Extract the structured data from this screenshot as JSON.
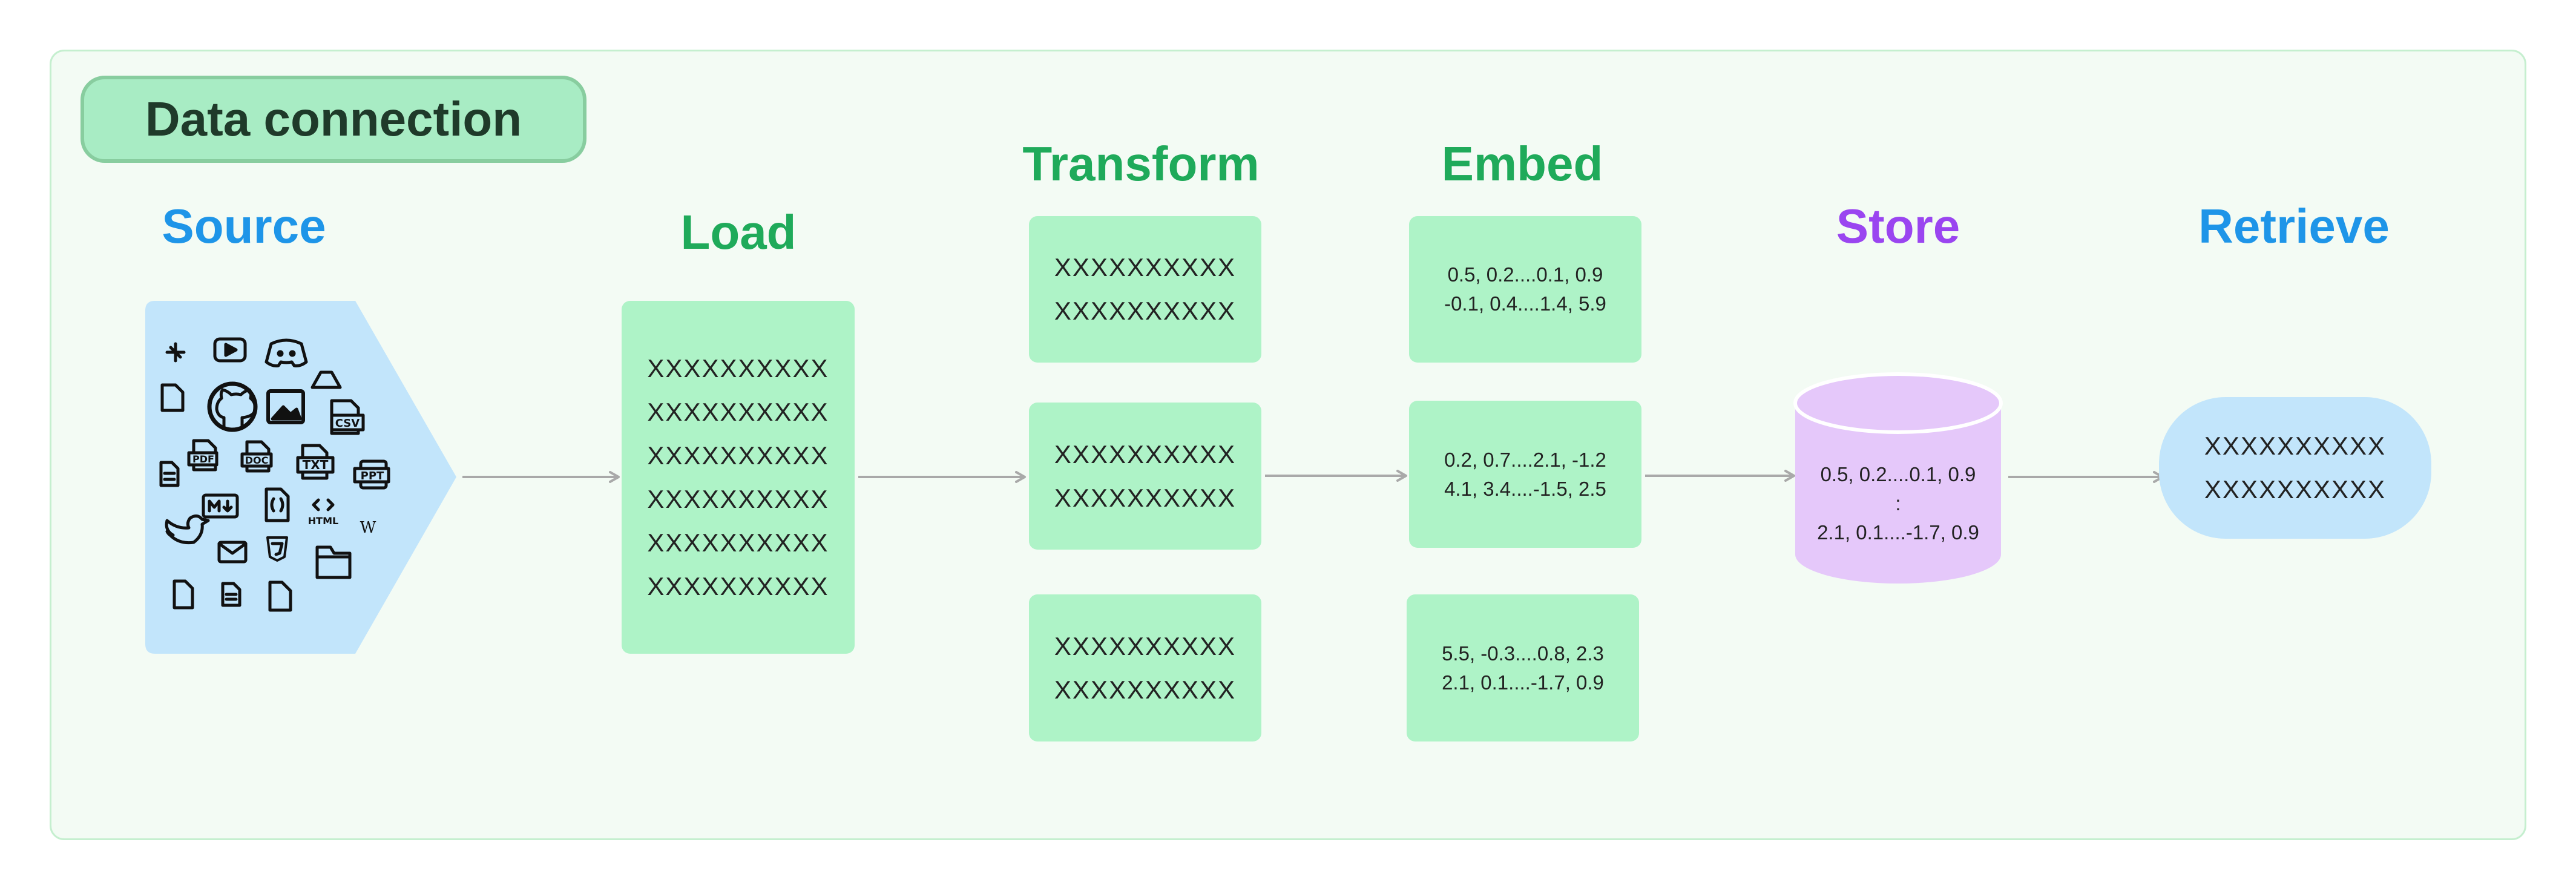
{
  "title": "Data connection",
  "stages": {
    "source": "Source",
    "load": "Load",
    "transform": "Transform",
    "embed": "Embed",
    "store": "Store",
    "retrieve": "Retrieve"
  },
  "load_lines": [
    "XXXXXXXXXX",
    "XXXXXXXXXX",
    "XXXXXXXXXX",
    "XXXXXXXXXX",
    "XXXXXXXXXX",
    "XXXXXXXXXX"
  ],
  "transform_chunks": [
    [
      "XXXXXXXXXX",
      "XXXXXXXXXX"
    ],
    [
      "XXXXXXXXXX",
      "XXXXXXXXXX"
    ],
    [
      "XXXXXXXXXX",
      "XXXXXXXXXX"
    ]
  ],
  "embed_vectors": [
    [
      "0.5, 0.2....0.1, 0.9",
      "-0.1, 0.4....1.4, 5.9"
    ],
    [
      "0.2, 0.7....2.1, -1.2",
      "4.1, 3.4....-1.5, 2.5"
    ],
    [
      "5.5, -0.3....0.8, 2.3",
      "2.1, 0.1....-1.7, 0.9"
    ]
  ],
  "store_lines": [
    "0.5, 0.2....0.1, 0.9",
    ":",
    "2.1, 0.1....-1.7, 0.9"
  ],
  "retrieve_lines": [
    "XXXXXXXXXX",
    "XXXXXXXXXX"
  ],
  "source_icons": {
    "labels": {
      "pdf": "PDF",
      "doc": "DOC",
      "txt": "TXT",
      "ppt": "PPT",
      "csv": "CSV",
      "html": "HTML",
      "wiki": "W"
    },
    "names": [
      "slack-icon",
      "youtube-icon",
      "discord-icon",
      "google-drive-icon",
      "file-icon",
      "github-icon",
      "image-icon",
      "csv-file-icon",
      "text-file-icon",
      "pdf-file-icon",
      "doc-file-icon",
      "txt-file-icon",
      "ppt-file-icon",
      "markdown-icon",
      "json-file-icon",
      "html-icon",
      "wikipedia-icon",
      "twitter-icon",
      "email-icon",
      "css-icon",
      "folder-icon"
    ]
  },
  "colors": {
    "frame_bg": "#f3fbf4",
    "green_box": "#aef3c7",
    "source_shape": "#c2e5fb",
    "store_cylinder": "#e5c8fa",
    "green_text": "#1faa5a",
    "blue_text": "#1e95e8",
    "purple_text": "#9a45f0",
    "arrow": "#a9a9a9"
  }
}
